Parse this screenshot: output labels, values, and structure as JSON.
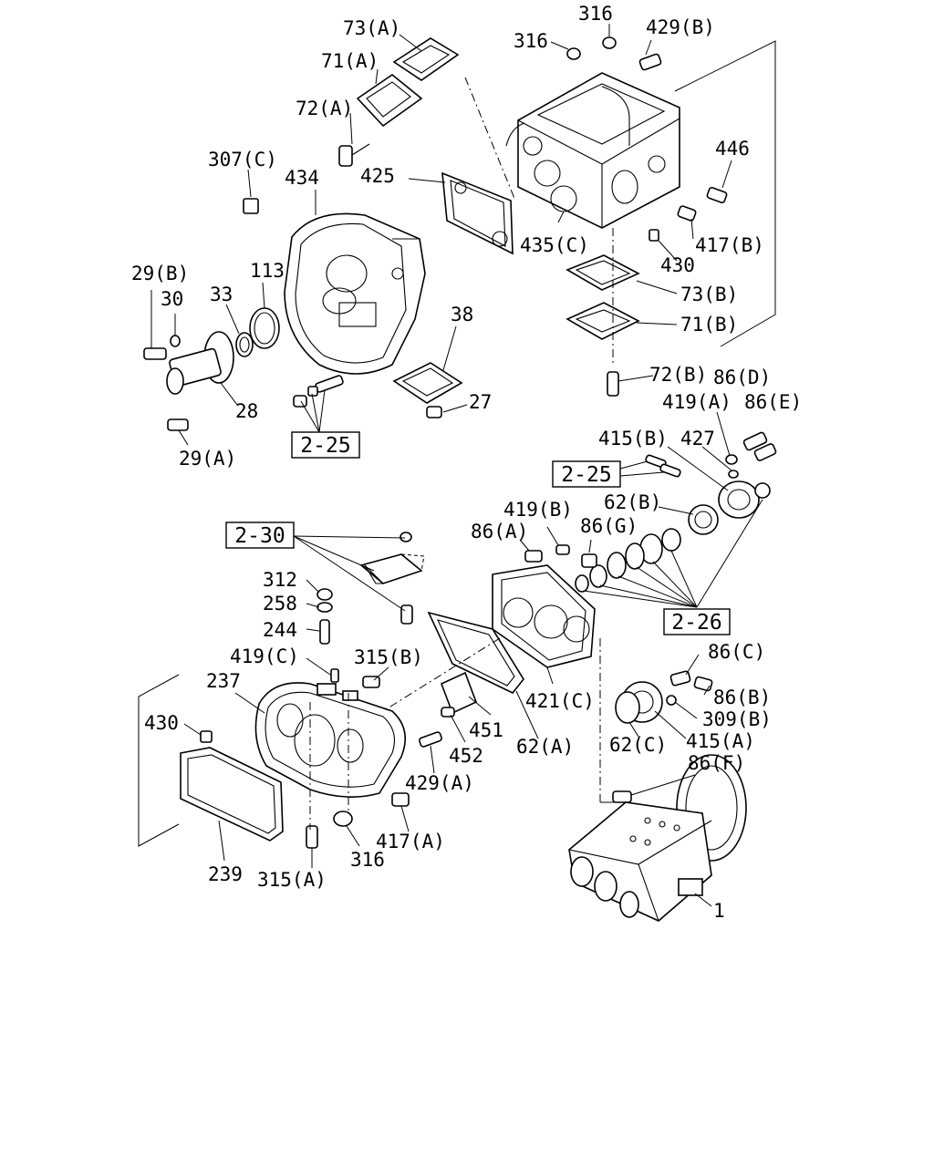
{
  "labels": {
    "p73a": "73(A)",
    "p71a": "71(A)",
    "p72a": "72(A)",
    "p316_top": "316",
    "p316_top2": "316",
    "p429b": "429(B)",
    "p446": "446",
    "p417b": "417(B)",
    "p430_top": "430",
    "p435c": "435(C)",
    "p425": "425",
    "p434": "434",
    "p307c": "307(C)",
    "p73b": "73(B)",
    "p71b": "71(B)",
    "p72b": "72(B)",
    "p29b": "29(B)",
    "p30": "30",
    "p33": "33",
    "p113": "113",
    "p38": "38",
    "p27": "27",
    "p28": "28",
    "p29a": "29(A)",
    "p86d": "86(D)",
    "p419a": "419(A)",
    "p86e": "86(E)",
    "p415b": "415(B)",
    "p427": "427",
    "p62b": "62(B)",
    "p419b": "419(B)",
    "p86a": "86(A)",
    "p86g": "86(G)",
    "p312": "312",
    "p258": "258",
    "p244": "244",
    "p419c": "419(C)",
    "p315b": "315(B)",
    "p237": "237",
    "p430_bot": "430",
    "p86c": "86(C)",
    "p86b": "86(B)",
    "p309b": "309(B)",
    "p415a": "415(A)",
    "p62c": "62(C)",
    "p421c": "421(C)",
    "p451": "451",
    "p452": "452",
    "p62a": "62(A)",
    "p429a": "429(A)",
    "p86f": "86(F)",
    "p417a": "417(A)",
    "p316_bot": "316",
    "p239": "239",
    "p315a": "315(A)",
    "p1": "1"
  },
  "refs": {
    "r225_left": "2-25",
    "r225_right": "2-25",
    "r230": "2-30",
    "r226": "2-26"
  }
}
